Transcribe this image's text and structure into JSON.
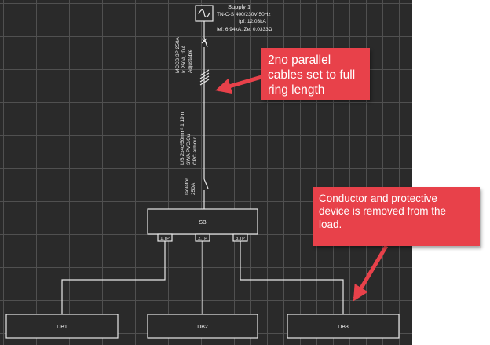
{
  "supply": {
    "name": "Supply 1",
    "lines": [
      "TN-C-S 400/230V 50Hz",
      "Ipf: 12.03kA",
      "Ief: 6.94kA, Ze: 0.0333Ω"
    ]
  },
  "breaker": {
    "lines": [
      "MCCB 3P 250A",
      "Ir 250A, tDA",
      "Adjustable"
    ]
  },
  "cable": {
    "lines": [
      "L/B 2x4c/50mm² 1.19m",
      "SWA PVC/Cu",
      "CPC armour"
    ]
  },
  "isolator": {
    "lines": [
      "Isolator",
      "250A"
    ]
  },
  "switchboard": {
    "label": "SB"
  },
  "outgoing_ways": [
    "1.TP",
    "2.TP",
    "3.TP"
  ],
  "boards": [
    "DB1",
    "DB2",
    "DB3"
  ],
  "callouts": [
    {
      "lines": [
        "2no parallel",
        "cables set to full",
        "ring length"
      ]
    },
    {
      "lines": [
        "Conductor and protective",
        "device is removed from the",
        "load."
      ]
    }
  ],
  "colors": {
    "canvas": "#2a2a2a",
    "grid": "#505050",
    "wire": "#e8e8e8",
    "callout": "#e8414a"
  }
}
